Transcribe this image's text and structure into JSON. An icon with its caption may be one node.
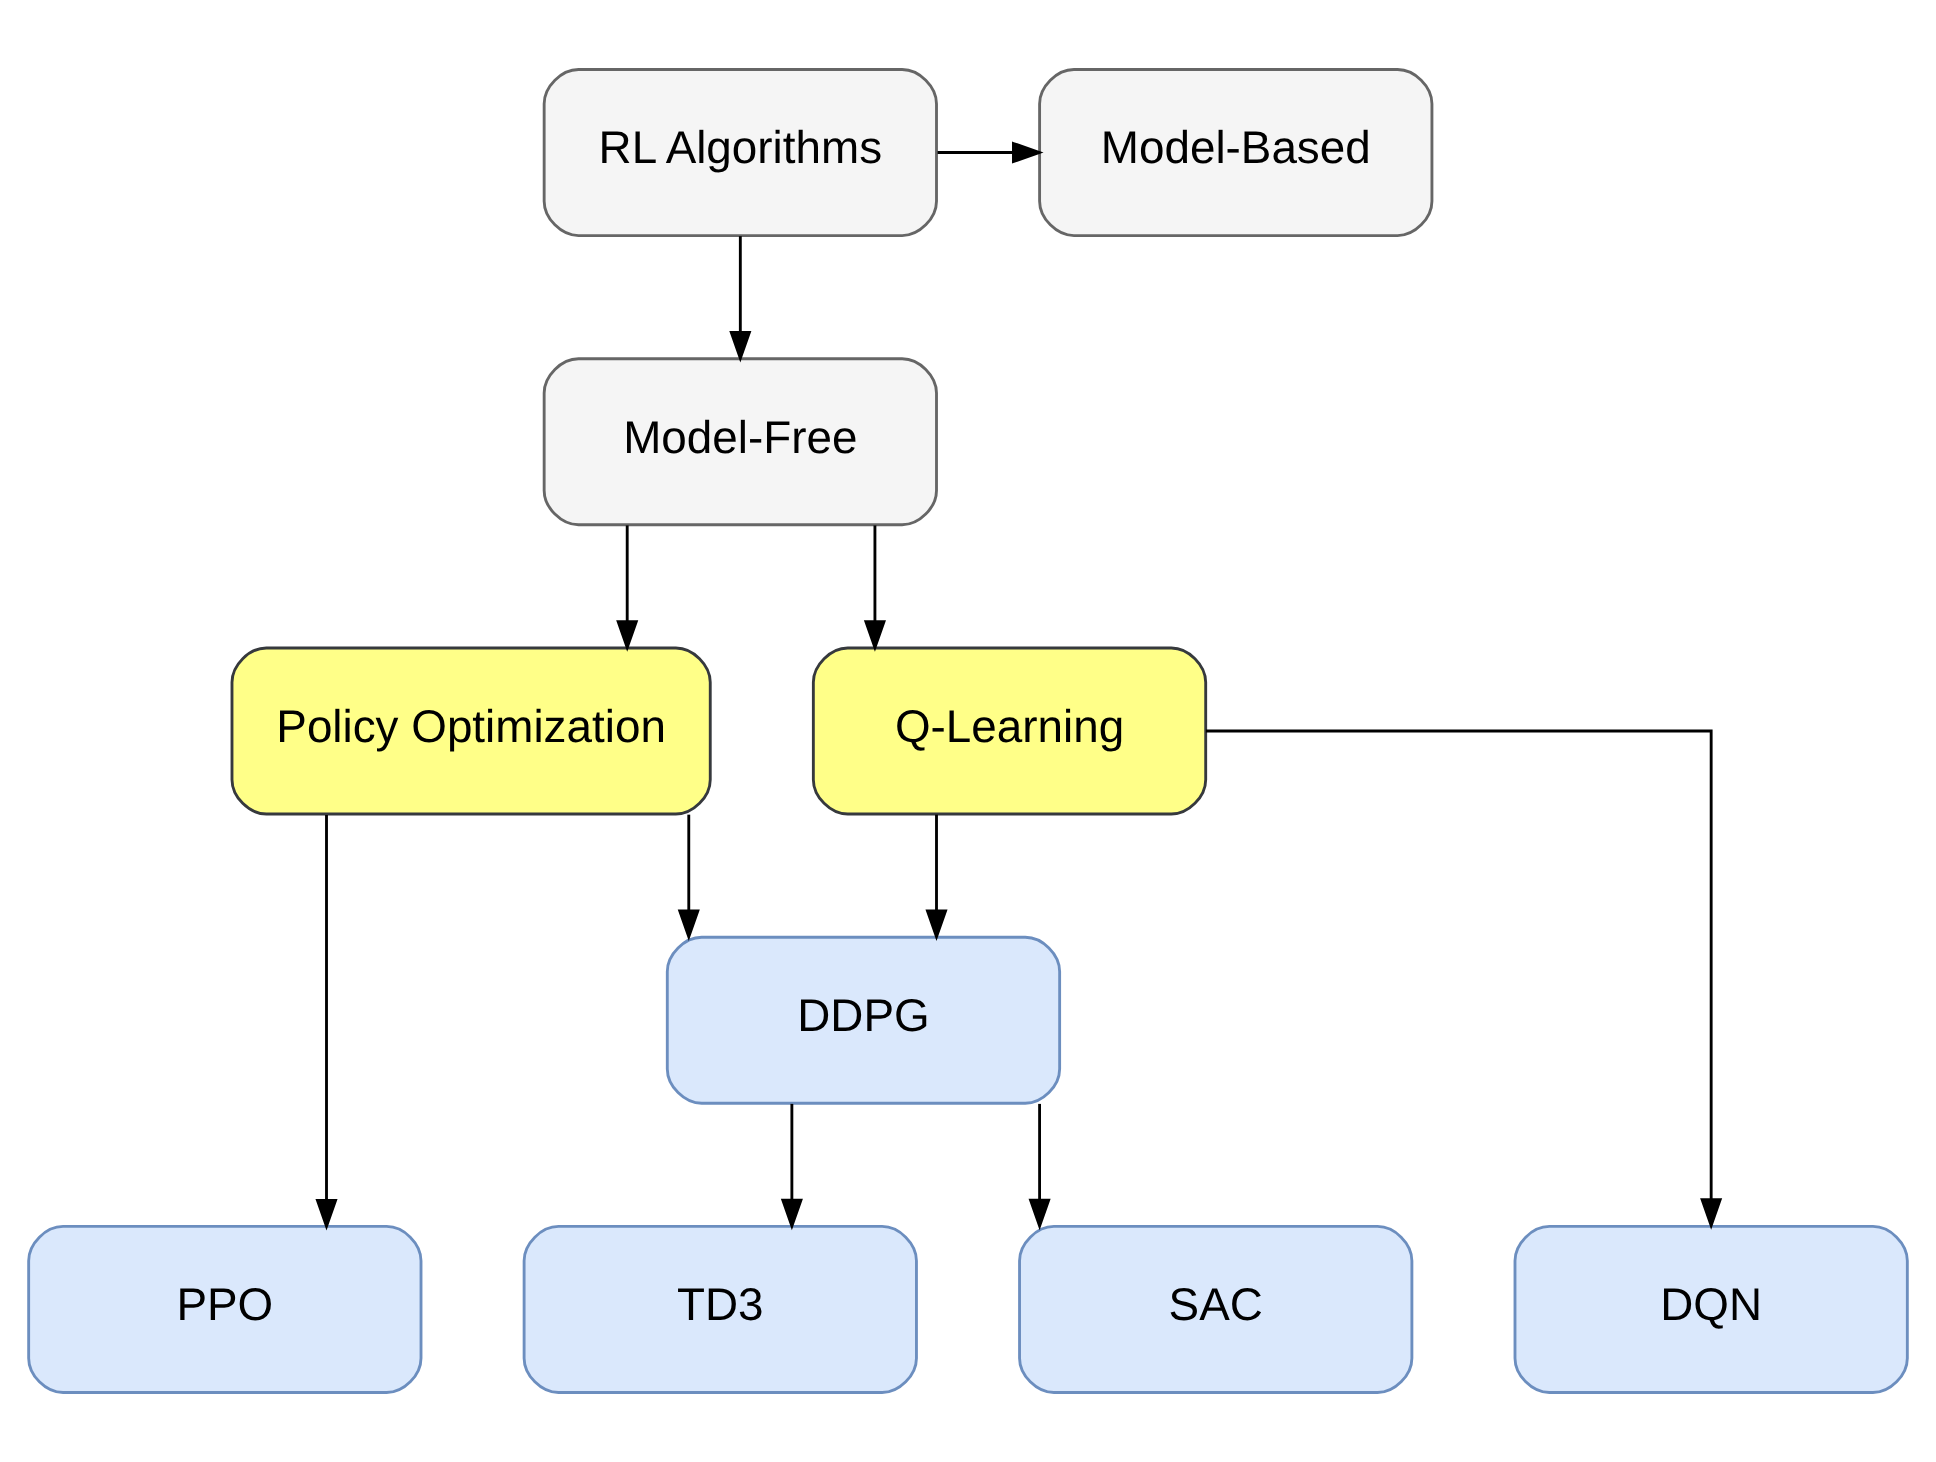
{
  "diagram": {
    "nodes": [
      {
        "text": [
          "RL Algorithms"
        ]
      },
      {
        "text": [
          "Model-Based"
        ]
      },
      {
        "text": [
          "Model-Free"
        ]
      },
      {
        "text": [
          "Policy Optimization"
        ]
      },
      {
        "text": [
          "Q-Learning"
        ]
      },
      {
        "text": [
          "DDPG"
        ]
      },
      {
        "text": [
          "PPO"
        ]
      },
      {
        "text": [
          "TD3"
        ]
      },
      {
        "text": [
          "SAC"
        ]
      },
      {
        "text": [
          "DQN"
        ]
      }
    ],
    "edges": [
      {
        "from": 0,
        "to": 1,
        "arrow": "to"
      },
      {
        "from": 0,
        "to": 2,
        "arrow": "to"
      },
      {
        "from": 2,
        "to": 3,
        "arrow": "to"
      },
      {
        "from": 2,
        "to": 4,
        "arrow": "to"
      },
      {
        "from": 3,
        "to": 5,
        "arrow": "to"
      },
      {
        "from": 4,
        "to": 5,
        "arrow": "to"
      },
      {
        "from": 3,
        "to": 6,
        "arrow": "to"
      },
      {
        "from": 5,
        "to": 7,
        "arrow": "to"
      },
      {
        "from": 5,
        "to": 8,
        "arrow": "to"
      },
      {
        "from": 4,
        "to": 9,
        "arrow": "to"
      }
    ]
  }
}
